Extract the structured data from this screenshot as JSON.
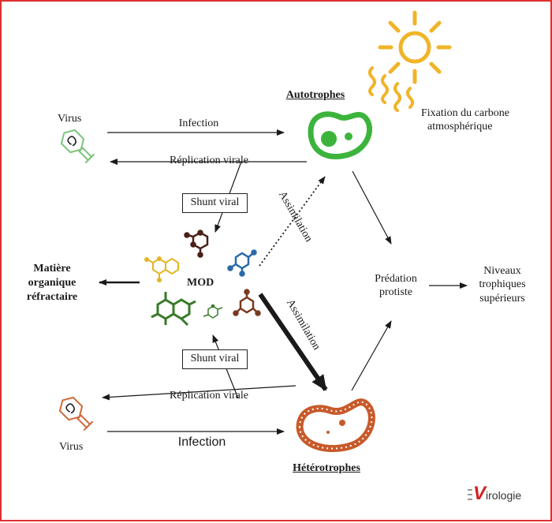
{
  "labels": {
    "autotrophes": "Autotrophes",
    "heterotrophes": "Hétérotrophes",
    "fixation_line1": "Fixation du carbone",
    "fixation_line2": "atmosphérique",
    "virus_top": "Virus",
    "virus_bottom": "Virus",
    "infection_top": "Infection",
    "infection_bottom": "Infection",
    "replication_top": "Réplication virale",
    "replication_bottom": "Réplication virale",
    "shunt_top": "Shunt viral",
    "shunt_bottom": "Shunt viral",
    "mod": "MOD",
    "refractory_line1": "Matière",
    "refractory_line2": "organique",
    "refractory_line3": "réfractaire",
    "assimilation_top": "Assimilation",
    "assimilation_bottom": "Assimilation",
    "predation_line1": "Prédation",
    "predation_line2": "protiste",
    "niveaux_line1": "Niveaux",
    "niveaux_line2": "trophiques",
    "niveaux_line3": "supérieurs"
  },
  "logo": {
    "initial": "V",
    "rest": "irologie"
  },
  "colors": {
    "frame": "#e03030",
    "autotroph": "#3cb43c",
    "heterotroph": "#c85a2a",
    "sun": "#f0b428",
    "virus_top": "#7cc47c",
    "virus_bottom": "#d06a3a",
    "molecule_yellow": "#e6b422",
    "molecule_green": "#3a7a2a",
    "molecule_blue": "#2a6aa8",
    "molecule_brown": "#7a3a20",
    "molecule_dark": "#4a2018",
    "arrow": "#1a1a1a"
  },
  "icons": [
    "sun-icon",
    "autotroph-cell-icon",
    "heterotroph-cell-icon",
    "virus-icon",
    "molecule-icon"
  ]
}
